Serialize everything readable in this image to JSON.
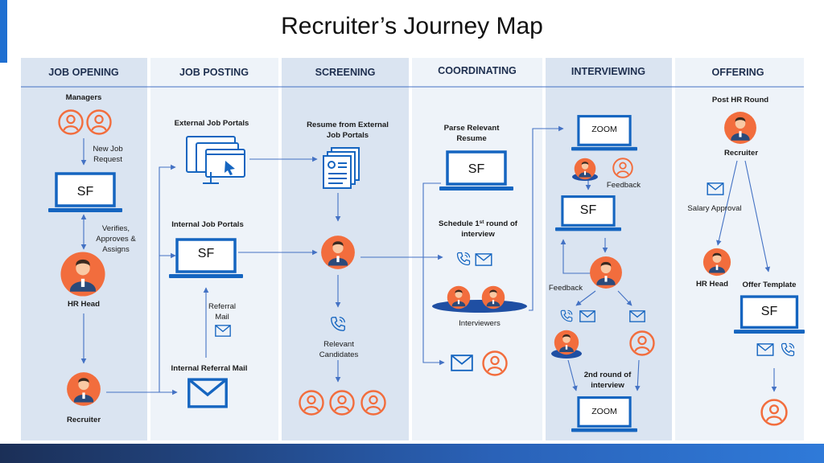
{
  "title": "Recruiter’s Journey Map",
  "colors": {
    "stroke_blue": "#1565c0",
    "icon_orange": "#f26d3d",
    "column_bg_dark": "#dae4f1",
    "column_bg_light": "#eef3f9",
    "arrow": "#4472c4",
    "header_text": "#1e2f4f"
  },
  "columns": [
    {
      "title": "JOB OPENING"
    },
    {
      "title": "JOB POSTING"
    },
    {
      "title": "SCREENING"
    },
    {
      "title": "COORDINATING"
    },
    {
      "title": "INTERVIEWING"
    },
    {
      "title": "OFFERING"
    }
  ],
  "job_opening": {
    "managers": "Managers",
    "new_job_request": [
      "New Job",
      "Request"
    ],
    "verifies": [
      "Verifies,",
      "Approves &",
      "Assigns"
    ],
    "hr_head": "HR Head",
    "recruiter": "Recruiter"
  },
  "job_posting": {
    "external_portals": "External Job Portals",
    "internal_portals": "Internal Job Portals",
    "referral_mail": [
      "Referral",
      "Mail"
    ],
    "internal_referral_mail": "Internal Referral Mail"
  },
  "screening": {
    "resume_external": [
      "Resume from External",
      "Job Portals"
    ],
    "relevant_candidates": [
      "Relevant",
      "Candidates"
    ]
  },
  "coordinating": {
    "parse_resume": [
      "Parse Relevant",
      "Resume"
    ],
    "schedule_first": "Schedule 1",
    "schedule_sup": "st",
    "schedule_rest": " round of",
    "schedule_line2": "interview",
    "interviewers": "Interviewers"
  },
  "interviewing": {
    "zoom": "ZOOM",
    "feedback_top": "Feedback",
    "feedback_left": "Feedback",
    "second_round": [
      "2nd round of",
      "interview"
    ]
  },
  "offering": {
    "post_hr_round": "Post HR Round",
    "recruiter": "Recruiter",
    "salary_approval": "Salary Approval",
    "hr_head": "HR Head",
    "offer_template": "Offer Template"
  },
  "icons": {
    "sf_label": "SF"
  }
}
